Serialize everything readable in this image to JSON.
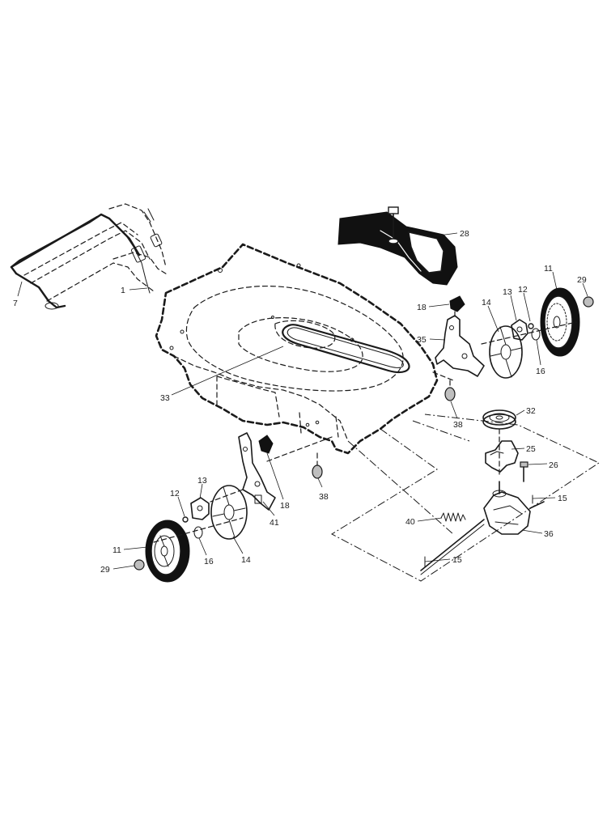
{
  "callouts": [
    {
      "id": "c1",
      "label": "1"
    },
    {
      "id": "c7",
      "label": "7"
    },
    {
      "id": "c28",
      "label": "28"
    },
    {
      "id": "c18a",
      "label": "18"
    },
    {
      "id": "c35",
      "label": "35"
    },
    {
      "id": "c14a",
      "label": "14"
    },
    {
      "id": "c13a",
      "label": "13"
    },
    {
      "id": "c12a",
      "label": "12"
    },
    {
      "id": "c11a",
      "label": "11"
    },
    {
      "id": "c29a",
      "label": "29"
    },
    {
      "id": "c16a",
      "label": "16"
    },
    {
      "id": "c33",
      "label": "33"
    },
    {
      "id": "c38a",
      "label": "38"
    },
    {
      "id": "c32",
      "label": "32"
    },
    {
      "id": "c25",
      "label": "25"
    },
    {
      "id": "c26",
      "label": "26"
    },
    {
      "id": "c15a",
      "label": "15"
    },
    {
      "id": "c40",
      "label": "40"
    },
    {
      "id": "c36",
      "label": "36"
    },
    {
      "id": "c15b",
      "label": "15"
    },
    {
      "id": "c38b",
      "label": "38"
    },
    {
      "id": "c18b",
      "label": "18"
    },
    {
      "id": "c41",
      "label": "41"
    },
    {
      "id": "c13b",
      "label": "13"
    },
    {
      "id": "c12b",
      "label": "12"
    },
    {
      "id": "c11b",
      "label": "11"
    },
    {
      "id": "c29b",
      "label": "29"
    },
    {
      "id": "c16b",
      "label": "16"
    },
    {
      "id": "c14b",
      "label": "14"
    }
  ]
}
